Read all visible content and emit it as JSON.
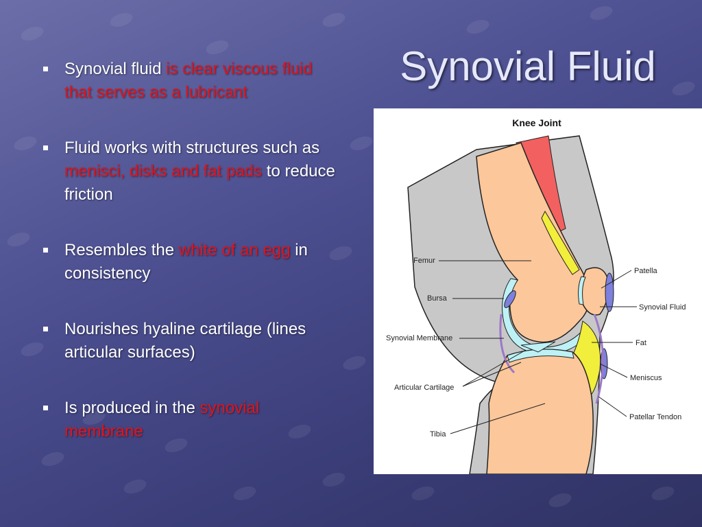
{
  "slide": {
    "title": "Synovial Fluid",
    "bullets": [
      {
        "t1": "Synovial fluid ",
        "h1": "is clear viscous fluid that serves as a lubricant",
        "t2": "",
        "h2": "",
        "t3": ""
      },
      {
        "t1": "Fluid works with structures such as ",
        "h1": "menisci, disks and fat pads",
        "t2": " to reduce friction",
        "h2": "",
        "t3": ""
      },
      {
        "t1": "Resembles the ",
        "h1": "white of an egg",
        "t2": " in consistency",
        "h2": "",
        "t3": ""
      },
      {
        "t1": "Nourishes hyaline cartilage (lines articular surfaces)",
        "h1": "",
        "t2": "",
        "h2": "",
        "t3": ""
      },
      {
        "t1": "Is produced in the ",
        "h1": "synovial membrane",
        "t2": "",
        "h2": "",
        "t3": ""
      }
    ]
  },
  "figure": {
    "title": "Knee Joint",
    "labels": {
      "femur": "Femur",
      "bursa": "Bursa",
      "synovial_membrane": "Synovial Membrane",
      "articular_cartilage": "Articular Cartilage",
      "tibia": "Tibia",
      "patella": "Patella",
      "synovial_fluid": "Synovial Fluid",
      "fat": "Fat",
      "meniscus": "Meniscus",
      "patellar_tendon": "Patellar Tendon"
    }
  },
  "colors": {
    "highlight": "#e0141c",
    "bone": "#fcc79a",
    "cartilage": "#bdf1f5",
    "fat": "#f2ee3c",
    "skin": "#c8c8c8",
    "muscle": "#f26060",
    "bursa": "#7d80dc"
  }
}
